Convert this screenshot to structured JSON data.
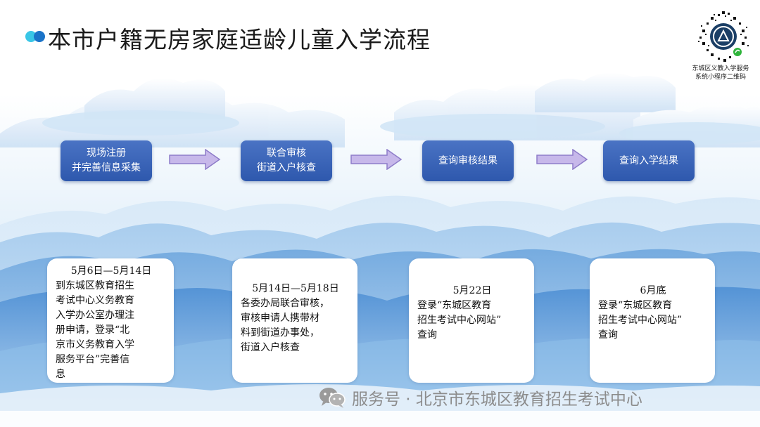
{
  "title": "本市户籍无房家庭适龄儿童入学流程",
  "qr": {
    "caption_line1": "东城区义教入学服务",
    "caption_line2": "系统小程序二维码"
  },
  "steps": [
    {
      "line1": "现场注册",
      "line2": "并完善信息采集"
    },
    {
      "line1": "联合审核",
      "line2": "街道入户核查"
    },
    {
      "line1": "查询审核结果",
      "line2": ""
    },
    {
      "line1": "查询入学结果",
      "line2": ""
    }
  ],
  "cards": [
    {
      "date": "5月6日—5月14日",
      "lines": [
        "到东城区教育招生",
        "考试中心义务教育",
        "入学办公室办理注",
        "册申请，登录“北",
        "京市义务教育入学",
        "服务平台”完善信",
        "息"
      ]
    },
    {
      "date": "5月14日—5月18日",
      "lines": [
        "各委办局联合审核，",
        "审核申请人携带材",
        "料到街道办事处，",
        "街道入户核查"
      ]
    },
    {
      "date": "5月22日",
      "lines": [
        "登录“东城区教育",
        "招生考试中心网站”",
        "查询"
      ]
    },
    {
      "date": "6月底",
      "lines": [
        "登录“东城区教育",
        "招生考试中心网站”",
        "查询"
      ]
    }
  ],
  "watermark": "服务号 · 北京市东城区教育招生考试中心",
  "colors": {
    "step_fill": "#3562b5",
    "arrow_fill": "#c7b8ea",
    "sky_blue": "#7fb3e3",
    "title_dot_light": "#39c6e6",
    "title_dot_dark": "#1a73c8"
  }
}
